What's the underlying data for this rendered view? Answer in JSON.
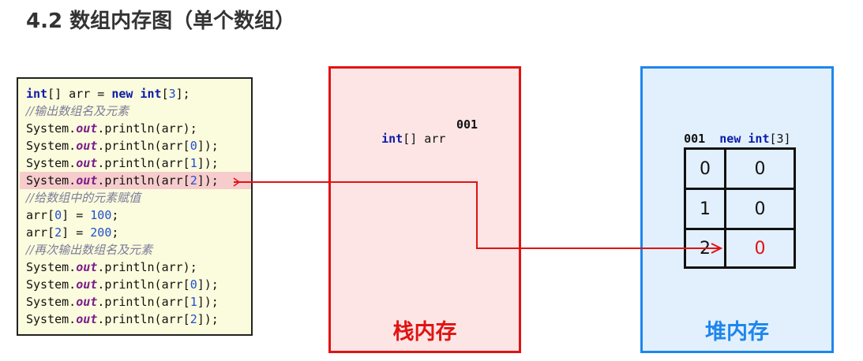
{
  "title": "4.2 数组内存图（单个数组）",
  "code_lines": [
    [
      {
        "t": "int",
        "c": "kw"
      },
      {
        "t": "[] arr = "
      },
      {
        "t": "new",
        "c": "kw"
      },
      {
        "t": " "
      },
      {
        "t": "int",
        "c": "kw"
      },
      {
        "t": "["
      },
      {
        "t": "3",
        "c": "num"
      },
      {
        "t": "];"
      }
    ],
    [
      {
        "t": "//输出数组名及元素",
        "c": "cm"
      }
    ],
    [
      {
        "t": "System."
      },
      {
        "t": "out",
        "c": "it"
      },
      {
        "t": ".println(arr);"
      }
    ],
    [
      {
        "t": "System."
      },
      {
        "t": "out",
        "c": "it"
      },
      {
        "t": ".println(arr["
      },
      {
        "t": "0",
        "c": "num"
      },
      {
        "t": "]);"
      }
    ],
    [
      {
        "t": "System."
      },
      {
        "t": "out",
        "c": "it"
      },
      {
        "t": ".println(arr["
      },
      {
        "t": "1",
        "c": "num"
      },
      {
        "t": "]);"
      }
    ],
    [
      {
        "t": "System."
      },
      {
        "t": "out",
        "c": "it"
      },
      {
        "t": ".println(arr["
      },
      {
        "t": "2",
        "c": "num"
      },
      {
        "t": "]);"
      }
    ],
    [
      {
        "t": "//给数组中的元素赋值",
        "c": "cm"
      }
    ],
    [
      {
        "t": "arr["
      },
      {
        "t": "0",
        "c": "num"
      },
      {
        "t": "] = "
      },
      {
        "t": "100",
        "c": "num"
      },
      {
        "t": ";"
      }
    ],
    [
      {
        "t": "arr["
      },
      {
        "t": "2",
        "c": "num"
      },
      {
        "t": "] = "
      },
      {
        "t": "200",
        "c": "num"
      },
      {
        "t": ";"
      }
    ],
    [
      {
        "t": "//再次输出数组名及元素",
        "c": "cm"
      }
    ],
    [
      {
        "t": "System."
      },
      {
        "t": "out",
        "c": "it"
      },
      {
        "t": ".println(arr);"
      }
    ],
    [
      {
        "t": "System."
      },
      {
        "t": "out",
        "c": "it"
      },
      {
        "t": ".println(arr["
      },
      {
        "t": "0",
        "c": "num"
      },
      {
        "t": "]);"
      }
    ],
    [
      {
        "t": "System."
      },
      {
        "t": "out",
        "c": "it"
      },
      {
        "t": ".println(arr["
      },
      {
        "t": "1",
        "c": "num"
      },
      {
        "t": "]);"
      }
    ],
    [
      {
        "t": "System."
      },
      {
        "t": "out",
        "c": "it"
      },
      {
        "t": ".println(arr["
      },
      {
        "t": "2",
        "c": "num"
      },
      {
        "t": "]);"
      }
    ]
  ],
  "highlighted_line_index": 5,
  "stack": {
    "label": "栈内存",
    "var_type": "int",
    "var_rest": "[] arr",
    "var_address": "001",
    "color": "#e01313"
  },
  "heap": {
    "label": "堆内存",
    "address": "001",
    "new_kw": "new",
    "int_kw": "int",
    "size_text": "[3]",
    "color": "#1e86ec",
    "rows": [
      {
        "index": "0",
        "value": "0"
      },
      {
        "index": "1",
        "value": "0"
      },
      {
        "index": "2",
        "value": "0"
      }
    ],
    "highlighted_row": 2
  },
  "colors": {
    "arrow": "#e01313",
    "highlight_value": "#e01313",
    "code_bg": "#fbfbdd",
    "line_highlight": "#f7cccc"
  }
}
